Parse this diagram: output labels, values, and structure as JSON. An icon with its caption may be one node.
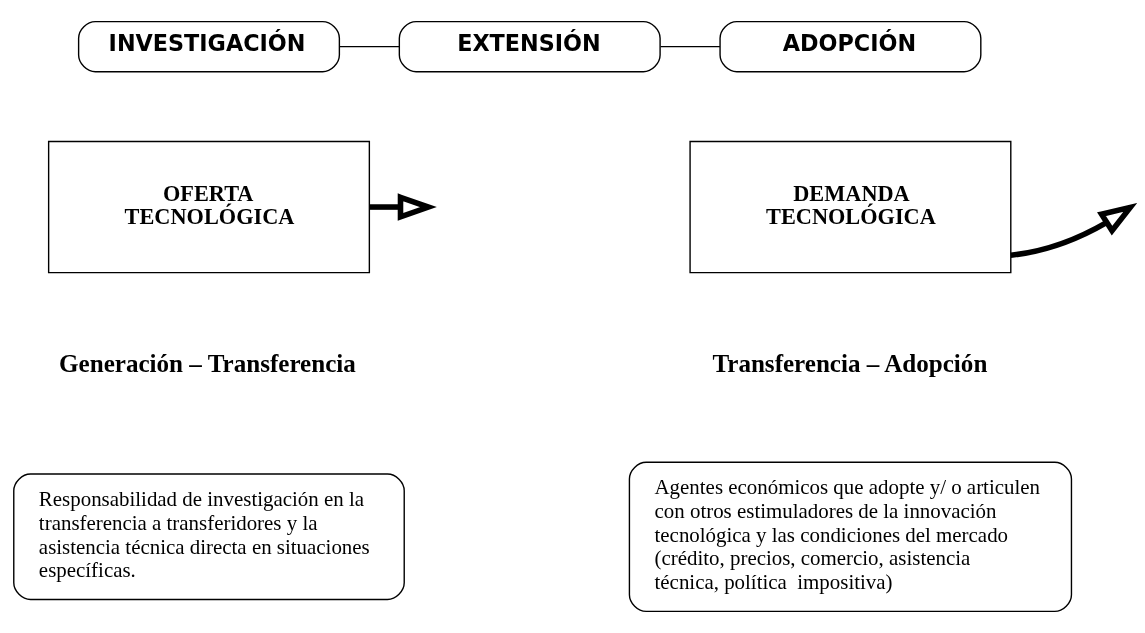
{
  "diagram": {
    "nodes": [
      {
        "text": [
          "INVESTIGACIÓN"
        ]
      },
      {
        "text": [
          "EXTENSIÓN"
        ]
      },
      {
        "text": [
          "ADOPCIÓN"
        ]
      },
      {
        "text": [
          "OFERTA TECNOLÓGICA"
        ],
        "beside": [
          "Generación – Transferencia"
        ]
      },
      {
        "text": [
          "DEMANDA TECNOLÓGICA"
        ],
        "beside": [
          "Transferencia – Adopción"
        ]
      },
      {
        "text": [
          "Responsabilidad de investigación en la transferencia a transferidores y la asistencia técnica directa en situaciones específicas."
        ]
      },
      {
        "text": [
          "Agentes económicos que adopte y/ o articulen con otros estimuladores de la innovación tecnológica y las condiciones del mercado (crédito, precios, comercio, asistencia técnica, política  impositiva)"
        ]
      }
    ],
    "edges": [
      {
        "from": 0,
        "to": 1,
        "arrow": "none"
      },
      {
        "from": 1,
        "to": 2,
        "arrow": "none"
      },
      {
        "from": 3,
        "to": null,
        "arrow": "to",
        "style": "thick"
      },
      {
        "from": 4,
        "to": null,
        "arrow": "to",
        "style": "thick"
      }
    ]
  }
}
